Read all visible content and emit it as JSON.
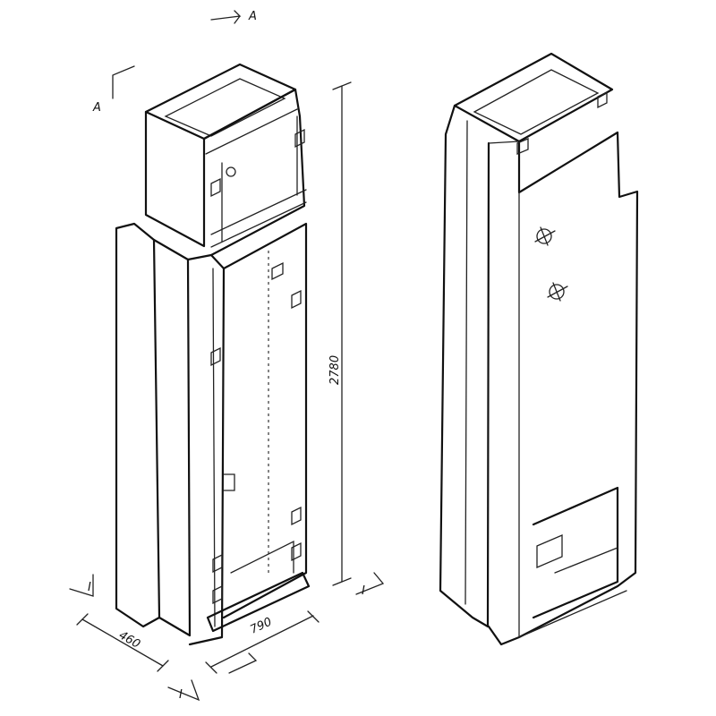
{
  "dimensions": {
    "height": "2780",
    "width": "790",
    "depth": "460"
  },
  "section_marks": {
    "a_top": "A",
    "a_left": "A",
    "i_left": "I",
    "i_bottom": "I",
    "i_right": "I"
  }
}
